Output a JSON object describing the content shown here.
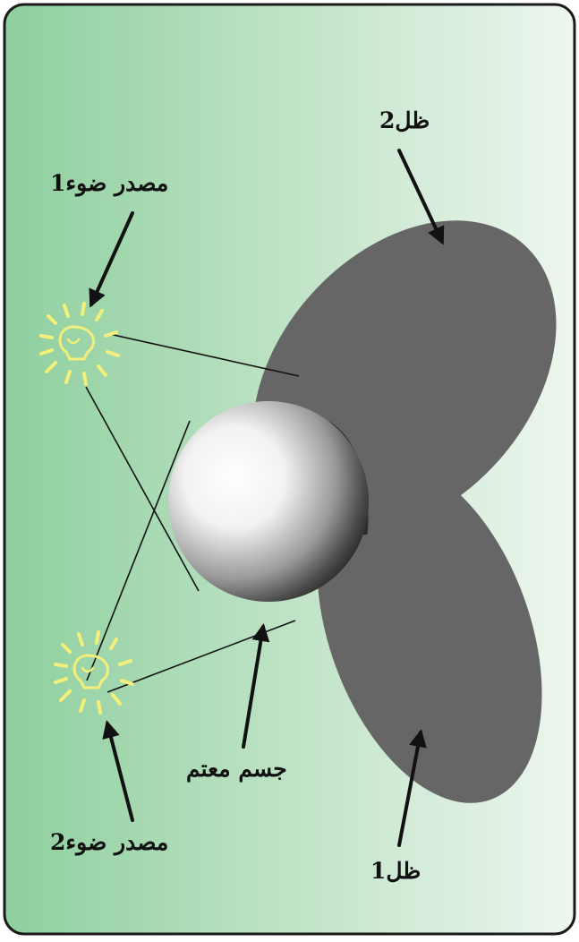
{
  "labels": {
    "shadow2": "ظل2",
    "source1": "مصدر ضوء1",
    "opaque_body": "جسم معتم",
    "source2": "مصدر ضوء2",
    "shadow1": "ظل1"
  },
  "colors": {
    "background_left": "#8fcf9f",
    "background_right": "#eef6ee",
    "frame": "#1a1a1a",
    "shadow": "#666666",
    "shadow_overlap": "#2a2a2a",
    "bulb": "#f3ef7a",
    "arrow": "#111111"
  },
  "icons": {
    "light_source": "light-bulb-icon",
    "pointer": "arrow-icon"
  }
}
